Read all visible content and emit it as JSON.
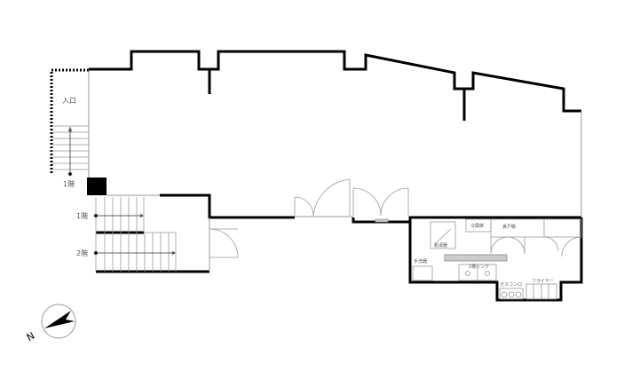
{
  "labels": {
    "entrance": "入口",
    "floor1_entry": "1階",
    "floor1_stair": "1階",
    "floor2_stair": "2階",
    "refrigerator": "冷蔵庫",
    "cupboard": "食戸棚",
    "handwash": "手洗器",
    "water_heater": "給湯器",
    "sink": "2槽シンク",
    "gas_stove": "ガスコンロ",
    "fryer": "フライヤー",
    "compass_n": "N"
  },
  "colors": {
    "wall": "#000000",
    "thin": "#999999"
  }
}
